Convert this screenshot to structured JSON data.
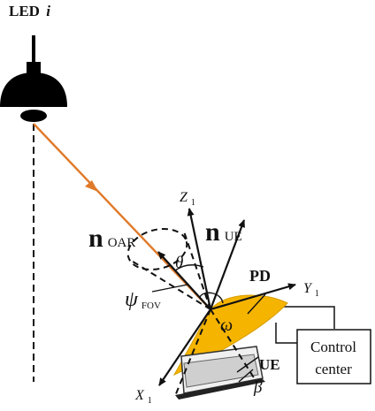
{
  "labels": {
    "led": "LED",
    "led_index": "i",
    "n_oar_main": "n",
    "n_oar_sub": "OAR",
    "n_ue_main": "n",
    "n_ue_sub": "UE",
    "z_axis_main": "Z",
    "z_axis_sub": "1",
    "y_axis_main": "Y",
    "y_axis_sub": "1",
    "x_axis_main": "X",
    "x_axis_sub": "1",
    "theta": "θ",
    "psi_main": "ψ",
    "psi_sub": "FOV",
    "omega": "ω",
    "beta": "β",
    "pd": "PD",
    "ue": "UE",
    "control_line1": "Control",
    "control_line2": "center"
  },
  "colors": {
    "light_ray": "#e07a2a",
    "photodetector": "#f5b400",
    "lamp": "#000000"
  },
  "icons": {
    "lamp": "ceiling-lamp-icon",
    "phone": "smartphone-icon"
  }
}
